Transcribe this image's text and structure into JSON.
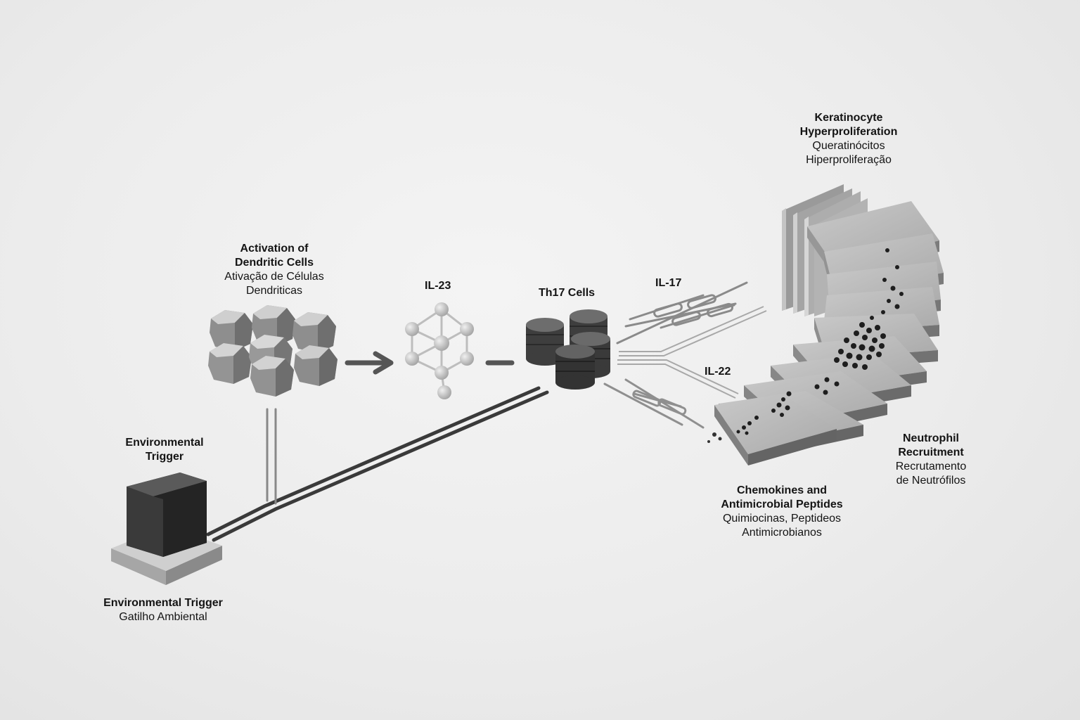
{
  "diagram": {
    "nodes": {
      "dendritic": {
        "title_line1": "Activation of",
        "title_line2": "Dendritic Cells",
        "pt_line1": "Ativação de Células",
        "pt_line2": "Dendriticas"
      },
      "il23": {
        "label": "IL-23"
      },
      "th17": {
        "label": "Th17 Cells"
      },
      "il17": {
        "label": "IL-17"
      },
      "il22": {
        "label": "IL-22"
      },
      "keratinocyte": {
        "title_line1": "Keratinocyte",
        "title_line2": "Hyperproliferation",
        "pt_line1": "Queratinócitos",
        "pt_line2": "Hiperproliferação"
      },
      "env_top": {
        "line1": "Environmental",
        "line2": "Trigger"
      },
      "env_bottom": {
        "en": "Environmental Trigger",
        "pt": "Gatilho Ambiental"
      },
      "neutrophil": {
        "title_line1": "Neutrophil",
        "title_line2": "Recruitment",
        "pt_line1": "Recrutamento",
        "pt_line2": "de Neutrófilos"
      },
      "chemokines": {
        "title_line1": "Chemokines and",
        "title_line2": "Antimicrobial Peptides",
        "pt_line1": "Quimiocinas, Peptideos",
        "pt_line2": "Antimicrobianos"
      }
    }
  }
}
